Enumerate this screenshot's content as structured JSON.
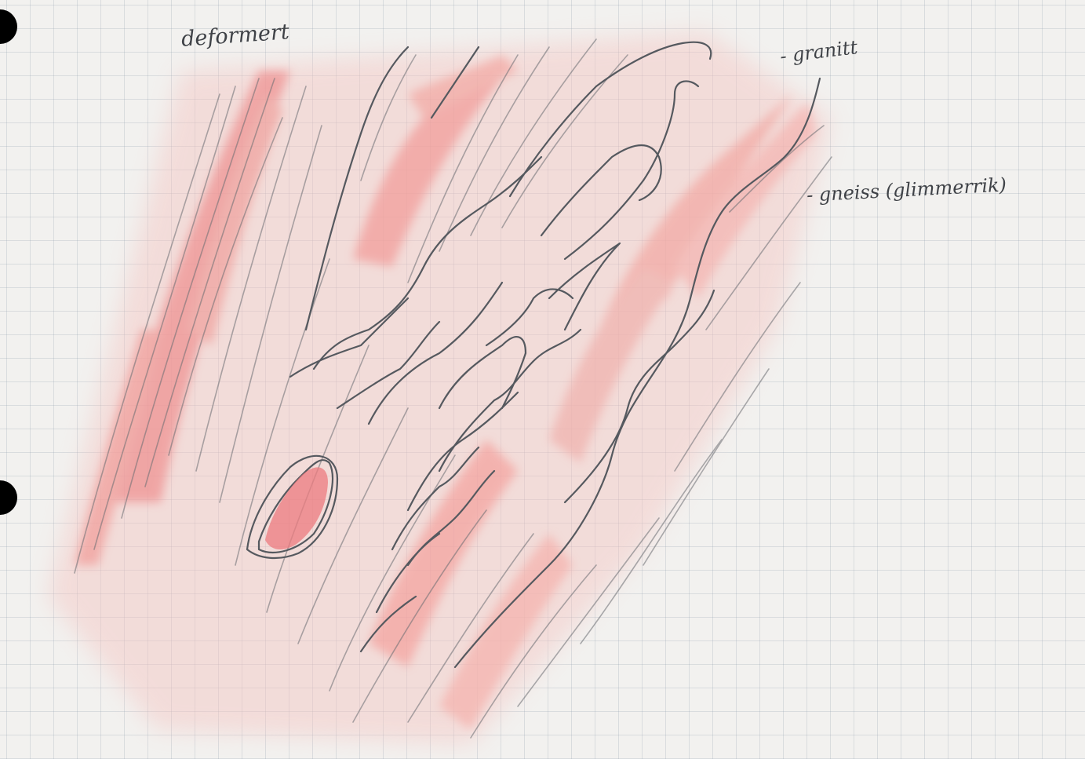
{
  "labels": {
    "deformert": "deformert",
    "granitt": "- granitt",
    "gneiss": "- gneiss (glimmerrik)"
  },
  "colors": {
    "paper": "#f2f1ef",
    "grid": "#a6b4c3",
    "pink_band": "#ee8a8a",
    "pencil": "#55595f"
  }
}
